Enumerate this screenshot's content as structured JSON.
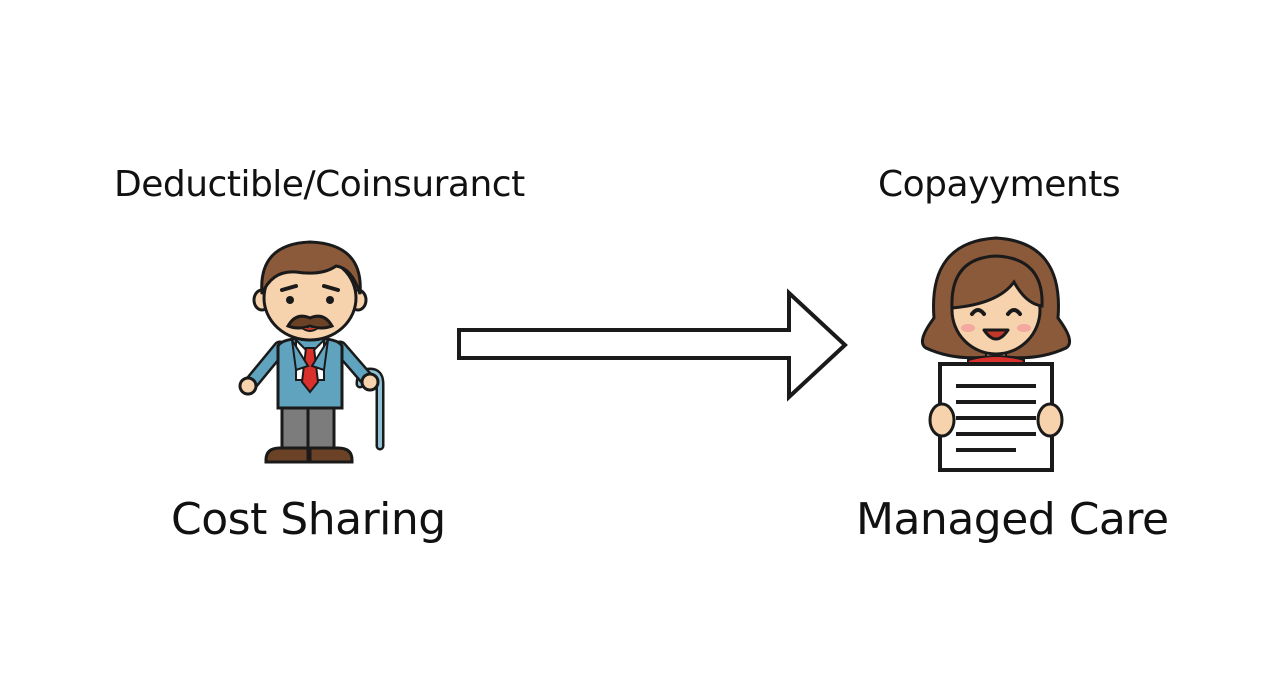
{
  "left": {
    "top_label": "Deductible/Coinsuranct",
    "bottom_label": "Cost Sharing",
    "figure_icon": "man-with-cane-icon"
  },
  "right": {
    "top_label": "Copayyments",
    "bottom_label": "Managed Care",
    "figure_icon": "woman-holding-document-icon"
  },
  "connector": {
    "icon": "arrow-right-icon",
    "direction": "right"
  },
  "colors": {
    "background": "#ffffff",
    "text": "#111111",
    "outline": "#1a1a1a",
    "hair": "#8a5a3b",
    "skin": "#f6d2ad",
    "suit": "#5fa3bf",
    "tie": "#d9302c",
    "pants": "#7c7c7c",
    "shoes": "#6b4226",
    "cane": "#8fc2d6"
  }
}
